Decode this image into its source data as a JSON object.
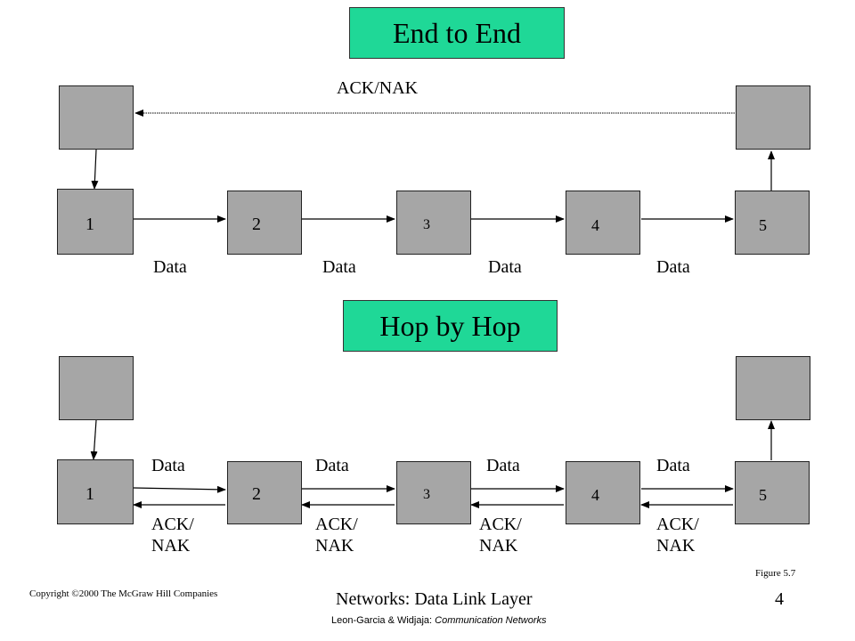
{
  "titles": {
    "end_to_end": "End to End",
    "hop_by_hop": "Hop by Hop"
  },
  "end_to_end": {
    "ack_nak": "ACK/NAK",
    "nodes": [
      "1",
      "2",
      "3",
      "4",
      "5"
    ],
    "data_labels": [
      "Data",
      "Data",
      "Data",
      "Data"
    ]
  },
  "hop_by_hop": {
    "nodes": [
      "1",
      "2",
      "3",
      "4",
      "5"
    ],
    "data_labels": [
      "Data",
      "Data",
      "Data",
      "Data"
    ],
    "ack_labels": [
      {
        "line1": "ACK/",
        "line2": "NAK"
      },
      {
        "line1": "ACK/",
        "line2": "NAK"
      },
      {
        "line1": "ACK/",
        "line2": "NAK"
      },
      {
        "line1": "ACK/",
        "line2": "NAK"
      }
    ]
  },
  "figure_label": "Figure  5.7",
  "footer": {
    "copyright": "Copyright ©2000 The McGraw Hill Companies",
    "title": "Networks: Data Link Layer",
    "page": "4",
    "credit_authors": "Leon-Garcia & Widjaja: ",
    "credit_book": "Communication Networks"
  }
}
